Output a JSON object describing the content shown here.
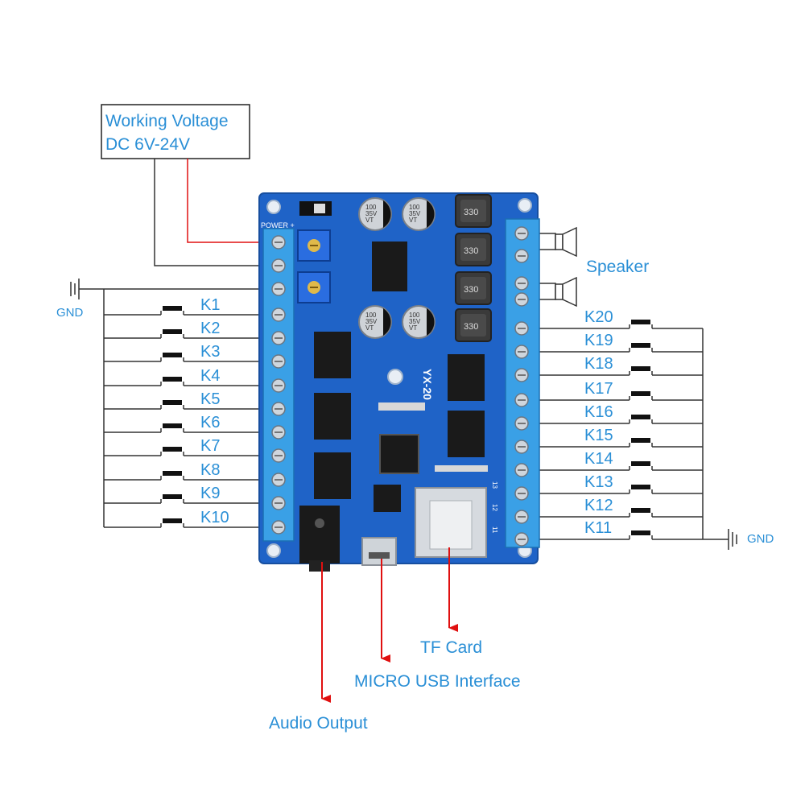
{
  "power_box": {
    "line1": "Working Voltage",
    "line2": "DC 6V-24V"
  },
  "gnd_left": "GND",
  "gnd_right": "GND",
  "speaker": "Speaker",
  "buttons_left": [
    "K1",
    "K2",
    "K3",
    "K4",
    "K5",
    "K6",
    "K7",
    "K8",
    "K9",
    "K10"
  ],
  "buttons_right": [
    "K20",
    "K19",
    "K18",
    "K17",
    "K16",
    "K15",
    "K14",
    "K13",
    "K12",
    "K11"
  ],
  "callouts": {
    "tf_card": "TF Card",
    "micro_usb": "MICRO USB Interface",
    "audio_output": "Audio Output"
  },
  "board": {
    "model": "YX-20",
    "power_silk": "POWER +",
    "inductor_label": "330",
    "cap_lines": [
      "100",
      "35V",
      "VT"
    ],
    "term_numbers": [
      "13",
      "12",
      "11"
    ]
  },
  "colors": {
    "label_blue": "#2a8fd6",
    "pcb_blue": "#1f63c7",
    "terminal_blue": "#3aa0e6",
    "arrow_red": "#e01010",
    "wire": "#333333"
  }
}
